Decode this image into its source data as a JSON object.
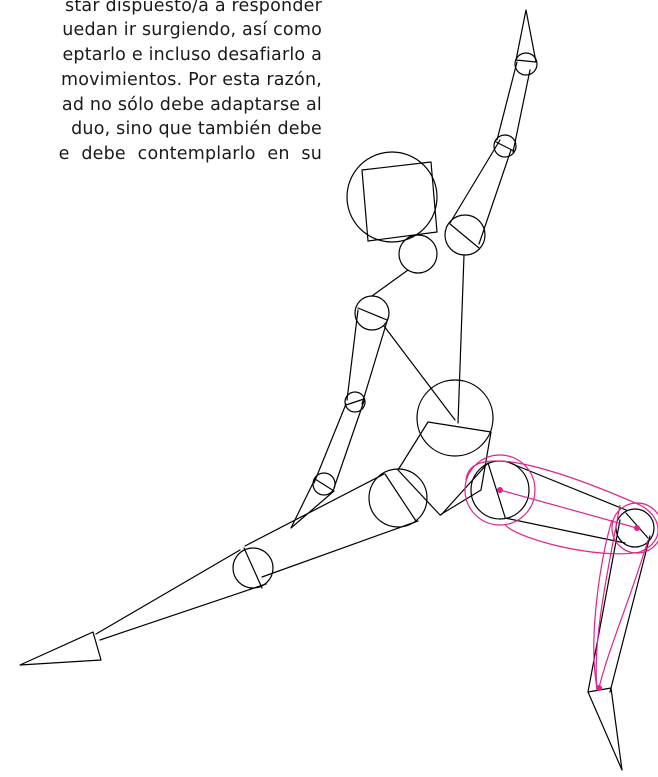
{
  "text_fragment": {
    "lines": [
      "star dispuesto/a a responder",
      "uedan ir surgiendo, así como",
      "eptarlo e incluso desafiarlo a",
      "movimientos. Por esta razón,",
      "ad no sólo debe adaptarse al",
      "duo, sino que también debe",
      "e debe contemplarlo en su"
    ]
  },
  "colors": {
    "text": "#1a1a1a",
    "skeleton_stroke": "#000000",
    "highlight_stroke": "#e0218a"
  }
}
